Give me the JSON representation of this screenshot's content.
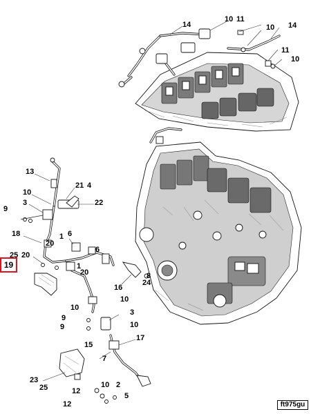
{
  "figure_id": "ft975gu",
  "highlighted_callout": "19",
  "callouts": [
    "14",
    "10",
    "11",
    "10",
    "14",
    "11",
    "10",
    "13",
    "10",
    "21",
    "4",
    "3",
    "22",
    "9",
    "18",
    "1",
    "6",
    "20",
    "25",
    "20",
    "1",
    "6",
    "8",
    "24",
    "20",
    "16",
    "10",
    "10",
    "3",
    "9",
    "9",
    "10",
    "15",
    "17",
    "7",
    "23",
    "25",
    "10",
    "2",
    "12",
    "12",
    "5"
  ]
}
